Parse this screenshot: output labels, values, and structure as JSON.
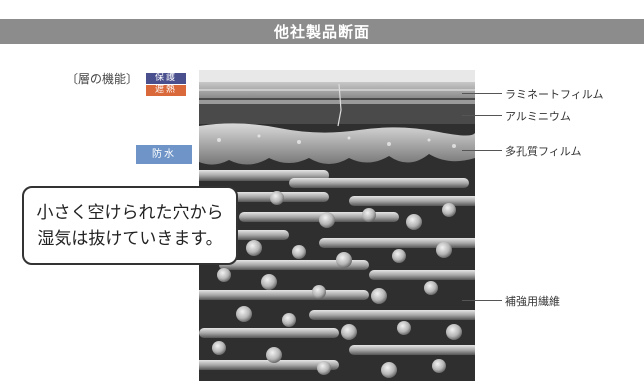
{
  "title": "他社製品断面",
  "layer_functions": {
    "heading": "〔層の機能〕",
    "tags": {
      "protect": "保護",
      "heat": "遮熱",
      "water": "防水"
    }
  },
  "layers": [
    "ラミネートフィルム",
    "アルミニウム",
    "多孔質フィルム",
    "補強用繊維"
  ],
  "callout": {
    "line1": "小さく空けられた穴から",
    "line2": "湿気は抜けていきます。"
  },
  "colors": {
    "title_bar": "#8c8c8c",
    "protect": "#4a4f8e",
    "heat": "#d9683a",
    "water": "#6f95c8"
  }
}
